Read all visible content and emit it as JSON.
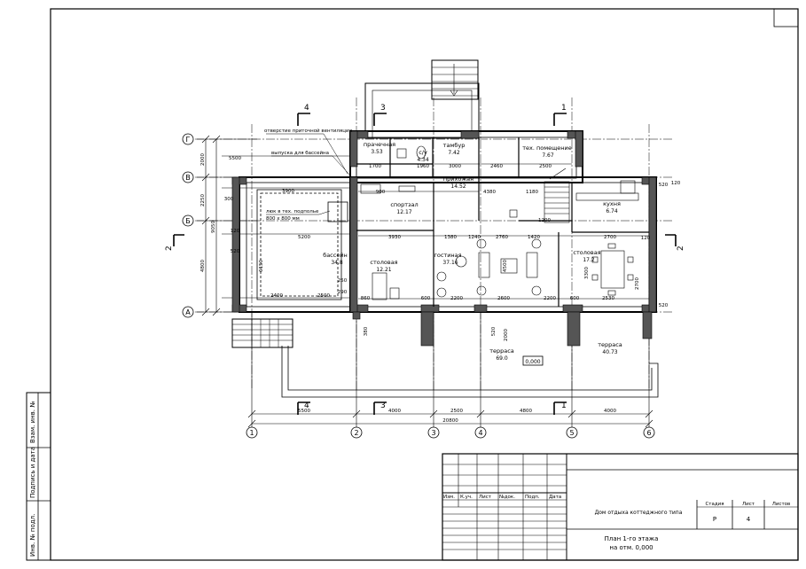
{
  "grid": {
    "cols": [
      "1",
      "2",
      "3",
      "4",
      "5",
      "6"
    ],
    "rows": [
      "Г",
      "В",
      "Б",
      "А"
    ]
  },
  "section_marks": {
    "s1": "1",
    "s2": "2",
    "s3": "3",
    "s4": "4"
  },
  "dims_bottom": [
    "5500",
    "4000",
    "2500",
    "4800",
    "4000"
  ],
  "dims_bottom_total": "20800",
  "dims_left": [
    "2000",
    "2250",
    "4800"
  ],
  "dims_left_total": "9050",
  "rooms": {
    "pool": {
      "name": "бассейн",
      "area": "34.8"
    },
    "tech": {
      "name": "тех. помещение",
      "area": "7.67"
    },
    "laundry": {
      "name": "прачечная",
      "area": "3.53"
    },
    "wc": {
      "name": "с/у",
      "area": "4.34"
    },
    "tambur": {
      "name": "тамбур",
      "area": "7.42"
    },
    "hall": {
      "name": "прихожая",
      "area": "14.52"
    },
    "gym": {
      "name": "спортзал",
      "area": "12.17"
    },
    "kitchen": {
      "name": "кухня",
      "area": "6.74"
    },
    "dining_room": {
      "name": "столовая",
      "area": "17.2"
    },
    "canteen": {
      "name": "столовая",
      "area": "12.21"
    },
    "living": {
      "name": "гостиная",
      "area": "37.16"
    },
    "terrace1": {
      "name": "терраса",
      "area": "69.0"
    },
    "terrace2": {
      "name": "терраса",
      "area": "40.73"
    }
  },
  "notes": {
    "ventilation": "отверстие приточной вентиляции",
    "pool_grille": "выпуска для бассейна",
    "hatch": "люк в тех. подполье",
    "hatch_size": "800 х 800 мм",
    "level_mark": "0,000"
  },
  "inner_dims": {
    "d5500": "5500",
    "d2000": "2000",
    "d300": "300",
    "d3900": "3900",
    "d5200": "5200",
    "d6150": "6150",
    "d2400": "2400",
    "d2500": "2500",
    "d3930": "3930",
    "d1700": "1700",
    "d1960": "1960",
    "d3000": "3000",
    "d2460": "2460",
    "d2600": "2600",
    "d4380": "4380",
    "d1380": "1380",
    "d1240": "1240",
    "d2760": "2760",
    "d1420": "1420",
    "d2700": "2700",
    "d2200": "2200",
    "d2530": "2530",
    "d3300": "3300",
    "d1180": "1180",
    "d1200": "1200",
    "d250": "250",
    "d120": "120",
    "d520": "520",
    "d600": "600",
    "d290": "290",
    "d4500": "4500",
    "d380": "380",
    "d860": "860",
    "d900": "900"
  },
  "stamp": {
    "col_headers": [
      "Изм.",
      "К.уч.",
      "Лист",
      "№док.",
      "Подп.",
      "Дата"
    ],
    "project": "Дом отдыха коттеджного типа",
    "stage_label": "Стадия",
    "sheet_label": "Лист",
    "sheets_label": "Листов",
    "stage": "Р",
    "sheet": "4",
    "sheets": "",
    "title_line1": "План 1-го этажа",
    "title_line2": "на отм. 0,000"
  },
  "side_stamp": [
    "Взам. инв. №",
    "Подпись и дата",
    "Инв. № подл."
  ]
}
